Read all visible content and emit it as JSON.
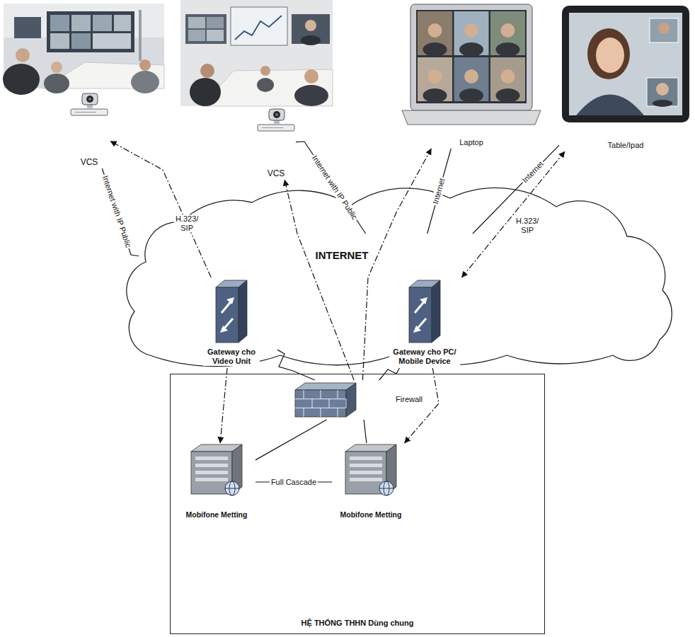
{
  "diagram": {
    "nodes": [
      {
        "text": [
          "VCS"
        ]
      },
      {
        "text": [
          "VCS"
        ]
      },
      {
        "text": [
          "Laptop"
        ]
      },
      {
        "text": [
          "Table/Ipad"
        ]
      },
      {
        "text": [
          "INTERNET"
        ]
      },
      {
        "text": [
          "Gateway cho Video Unit"
        ],
        "in": 4
      },
      {
        "text": [
          "Gateway cho PC/ Mobile Device"
        ],
        "in": 4
      },
      {
        "text": [
          "HỆ THỐNG THHN Dùng chung"
        ]
      },
      {
        "text": [
          "Firewall"
        ],
        "in": 7
      },
      {
        "text": [
          "Mobifone Metting"
        ],
        "in": 7
      },
      {
        "text": [
          "Mobifone Metting"
        ],
        "in": 7
      }
    ],
    "edges": [
      {
        "from": 0,
        "to": 4,
        "arrow": "none",
        "label": "Internet with IP Public"
      },
      {
        "from": 5,
        "to": 0,
        "arrow": "to",
        "label": "H.323/ SIP"
      },
      {
        "from": 1,
        "to": 4,
        "arrow": "none",
        "label": "Internet with IP Public"
      },
      {
        "from": 8,
        "to": 1,
        "arrow": "to"
      },
      {
        "from": 2,
        "to": 4,
        "arrow": "none",
        "label": "Internet"
      },
      {
        "from": 8,
        "to": 2,
        "arrow": "to"
      },
      {
        "from": 3,
        "to": 4,
        "arrow": "none",
        "label": "Internet"
      },
      {
        "from": 6,
        "to": 3,
        "arrow": "both",
        "label": "H.323/ SIP"
      },
      {
        "from": 5,
        "to": 8,
        "arrow": "none"
      },
      {
        "from": 6,
        "to": 8,
        "arrow": "none"
      },
      {
        "from": 8,
        "to": 9,
        "arrow": "none"
      },
      {
        "from": 8,
        "to": 10,
        "arrow": "none"
      },
      {
        "from": 5,
        "to": 9,
        "arrow": "to"
      },
      {
        "from": 6,
        "to": 10,
        "arrow": "to"
      },
      {
        "from": 9,
        "to": 10,
        "arrow": "none",
        "label": "Full Cascade"
      }
    ]
  }
}
